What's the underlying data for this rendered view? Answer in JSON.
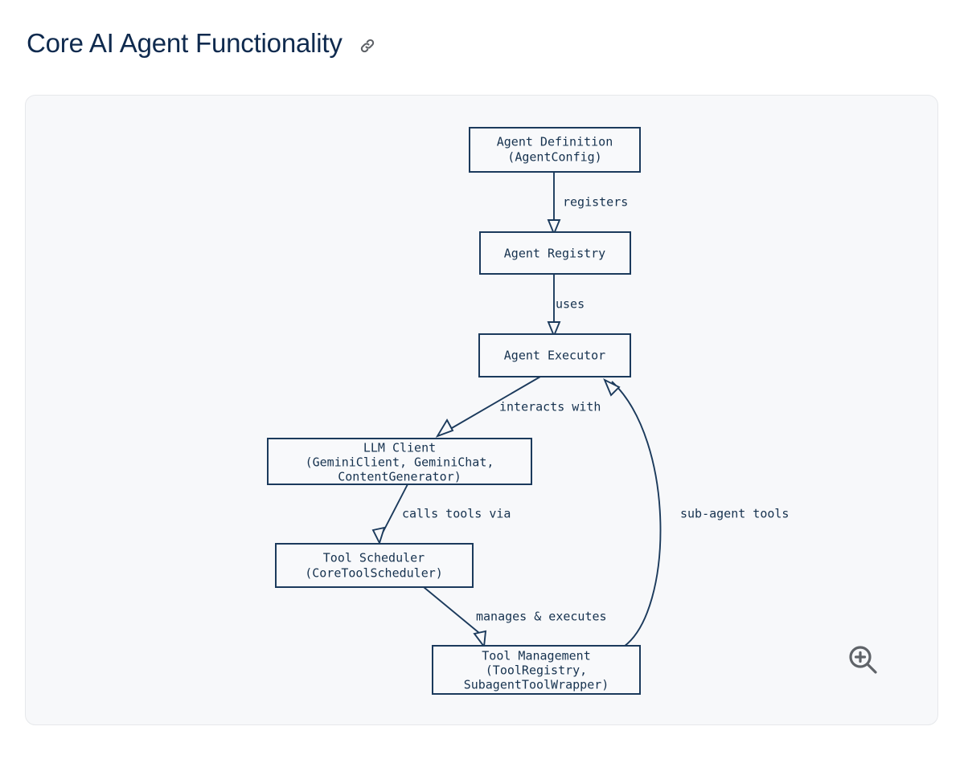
{
  "header": {
    "title": "Core AI Agent Functionality",
    "link_icon": "link-icon"
  },
  "zoom_control": {
    "icon": "zoom-in-icon"
  },
  "diagram": {
    "type": "flowchart",
    "nodes": [
      {
        "id": "agent-definition",
        "lines": [
          "Agent Definition",
          "(AgentConfig)"
        ]
      },
      {
        "id": "agent-registry",
        "lines": [
          "Agent Registry"
        ]
      },
      {
        "id": "agent-executor",
        "lines": [
          "Agent Executor"
        ]
      },
      {
        "id": "llm-client",
        "lines": [
          "LLM Client",
          "(GeminiClient, GeminiChat,",
          "ContentGenerator)"
        ]
      },
      {
        "id": "tool-scheduler",
        "lines": [
          "Tool Scheduler",
          "(CoreToolScheduler)"
        ]
      },
      {
        "id": "tool-management",
        "lines": [
          "Tool Management",
          "(ToolRegistry,",
          "SubagentToolWrapper)"
        ]
      }
    ],
    "edges": [
      {
        "id": "registers",
        "from": "agent-definition",
        "to": "agent-registry",
        "label": "registers"
      },
      {
        "id": "uses",
        "from": "agent-registry",
        "to": "agent-executor",
        "label": "uses"
      },
      {
        "id": "interacts-with",
        "from": "agent-executor",
        "to": "llm-client",
        "label": "interacts with"
      },
      {
        "id": "calls-tools-via",
        "from": "llm-client",
        "to": "tool-scheduler",
        "label": "calls tools via"
      },
      {
        "id": "manages-executes",
        "from": "tool-scheduler",
        "to": "tool-management",
        "label": "manages & executes"
      },
      {
        "id": "sub-agent-tools",
        "from": "tool-management",
        "to": "agent-executor",
        "label": "sub-agent tools"
      }
    ]
  },
  "colors": {
    "title": "#0f2a4e",
    "node_stroke": "#1b3a5c",
    "node_fill": "#f8f9fb",
    "panel_bg": "#f7f8fa",
    "panel_border": "#e6e8eb",
    "icon": "#5f6368"
  }
}
